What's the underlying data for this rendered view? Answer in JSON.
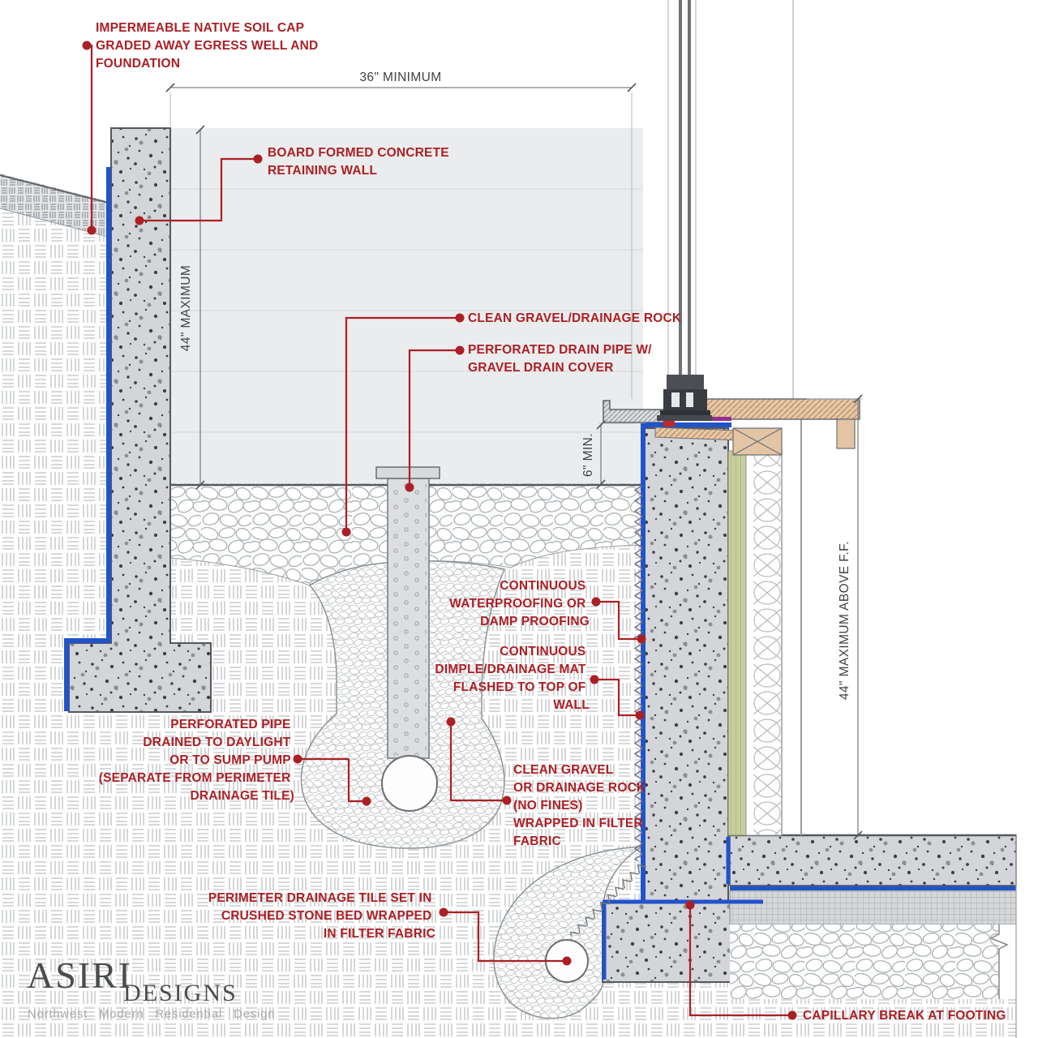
{
  "annotations": {
    "soil_cap": {
      "lines": [
        "IMPERMEABLE NATIVE SOIL CAP",
        "GRADED AWAY EGRESS WELL AND",
        "FOUNDATION"
      ]
    },
    "retaining_wall": {
      "lines": [
        "BOARD FORMED CONCRETE",
        "RETAINING WALL"
      ]
    },
    "clean_gravel": {
      "lines": [
        "CLEAN GRAVEL/DRAINAGE ROCK"
      ]
    },
    "drain_pipe": {
      "lines": [
        "PERFORATED DRAIN PIPE W/",
        "GRAVEL DRAIN COVER"
      ]
    },
    "waterproofing": {
      "lines": [
        "CONTINUOUS",
        "WATERPROOFING OR",
        "DAMP PROOFING"
      ]
    },
    "dimple_mat": {
      "lines": [
        "CONTINUOUS",
        "DIMPLE/DRAINAGE MAT",
        "FLASHED TO TOP OF",
        "WALL"
      ]
    },
    "perforated_pipe": {
      "lines": [
        "PERFORATED PIPE",
        "DRAINED TO DAYLIGHT",
        "OR TO SUMP PUMP",
        "(SEPARATE FROM PERIMETER",
        "DRAINAGE TILE)"
      ]
    },
    "gravel_no_fines": {
      "lines": [
        "CLEAN GRAVEL",
        "OR DRAINAGE ROCK",
        "(NO FINES)",
        "WRAPPED IN FILTER",
        "FABRIC"
      ]
    },
    "drainage_tile": {
      "lines": [
        "PERIMETER DRAINAGE TILE SET IN",
        "CRUSHED STONE BED WRAPPED",
        "IN FILTER FABRIC"
      ]
    },
    "capillary_break": {
      "lines": [
        "CAPILLARY BREAK AT FOOTING"
      ]
    }
  },
  "dimensions": {
    "well_width": "36\" MINIMUM",
    "well_depth": "44\" MAXIMUM",
    "gravel_cover_min": "6\" MIN.",
    "wall_height_above_ff": "44\" MAXIMUM ABOVE F.F."
  },
  "logo": {
    "brand": "ASIRI",
    "brand_suffix": "DESIGNS",
    "tagline": "Northwest Modern Residential Design"
  },
  "colors": {
    "annotation_red": "#ab2025",
    "waterproofing_blue": "#2153cb",
    "flashing_magenta": "#93308d",
    "sealant_red": "#c2262b",
    "concrete_gray": "#d3d5d8",
    "insulation_green": "#ccd2a2",
    "wood_tan": "#e6c8a7",
    "well_gray": "#ebeced",
    "dimension_gray": "#3f4144",
    "logo_gray": "#4a4b4d"
  }
}
